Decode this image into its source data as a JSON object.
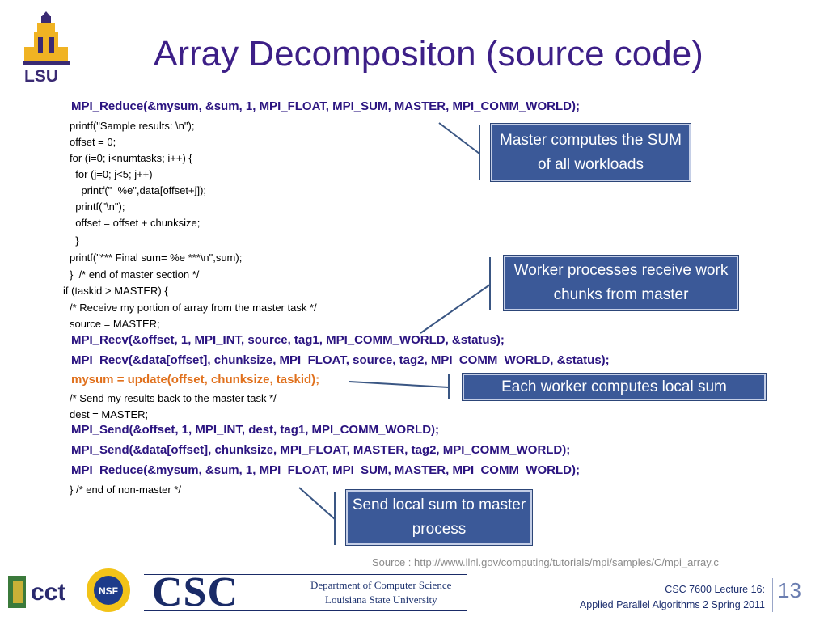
{
  "title": "Array Decompositon (source code)",
  "code_lines": [
    {
      "text": "MPI_Reduce(&mysum, &sum, 1, MPI_FLOAT, MPI_SUM, MASTER, MPI_COMM_WORLD);",
      "style": "hl"
    },
    {
      "text": "printf(\"Sample results: \\n\");",
      "style": "plain"
    },
    {
      "text": "offset = 0;",
      "style": "plain"
    },
    {
      "text": "for (i=0; i<numtasks; i++) {",
      "style": "plain"
    },
    {
      "text": "  for (j=0; j<5; j++)",
      "style": "plain"
    },
    {
      "text": "    printf(\"  %e\",data[offset+j]);",
      "style": "plain"
    },
    {
      "text": "  printf(\"\\n\");",
      "style": "plain"
    },
    {
      "text": "  offset = offset + chunksize;",
      "style": "plain"
    },
    {
      "text": "  }",
      "style": "plain"
    },
    {
      "text": "printf(\"*** Final sum= %e ***\\n\",sum);",
      "style": "plain"
    },
    {
      "text": "}  /* end of master section */",
      "style": "plain"
    },
    {
      "text": "if (taskid > MASTER) {",
      "style": "plain"
    },
    {
      "text": "/* Receive my portion of array from the master task */",
      "style": "plain"
    },
    {
      "text": "source = MASTER;",
      "style": "plain"
    },
    {
      "text": "MPI_Recv(&offset, 1, MPI_INT, source, tag1, MPI_COMM_WORLD, &status);",
      "style": "hl"
    },
    {
      "text": "MPI_Recv(&data[offset], chunksize, MPI_FLOAT, source, tag2, MPI_COMM_WORLD, &status);",
      "style": "hl"
    },
    {
      "text": "mysum = update(offset, chunksize, taskid);",
      "style": "hl orange"
    },
    {
      "text": "/* Send my results back to the master task */",
      "style": "plain"
    },
    {
      "text": "dest = MASTER;",
      "style": "plain"
    },
    {
      "text": "MPI_Send(&offset, 1, MPI_INT, dest, tag1, MPI_COMM_WORLD);",
      "style": "hl"
    },
    {
      "text": "MPI_Send(&data[offset], chunksize, MPI_FLOAT, MASTER, tag2, MPI_COMM_WORLD);",
      "style": "hl"
    },
    {
      "text": "MPI_Reduce(&mysum, &sum, 1, MPI_FLOAT, MPI_SUM, MASTER, MPI_COMM_WORLD);",
      "style": "hl"
    },
    {
      "text": "} /* end of non-master */",
      "style": "plain"
    }
  ],
  "callouts": {
    "master": "Master computes the SUM of all workloads",
    "worker": "Worker processes receive work chunks from master",
    "local": "Each worker computes local sum",
    "send": "Send local sum to master process"
  },
  "source": "Source : http://www.llnl.gov/computing/tutorials/mpi/samples/C/mpi_array.c",
  "footer": {
    "line1": "CSC 7600 Lecture 16:",
    "line2": "Applied Parallel Algorithms 2 Spring 2011",
    "slide_number": "13"
  },
  "logos": {
    "lsu": "LSU",
    "csc": "CSC",
    "cct": "cct",
    "nsf": "NSF",
    "dept_line1": "Department of Computer Science",
    "dept_line2": "Louisiana State University"
  },
  "colors": {
    "title": "#3d1f87",
    "highlight": "#2b1480",
    "orange": "#e0701c",
    "callout_bg": "#3b5998"
  }
}
